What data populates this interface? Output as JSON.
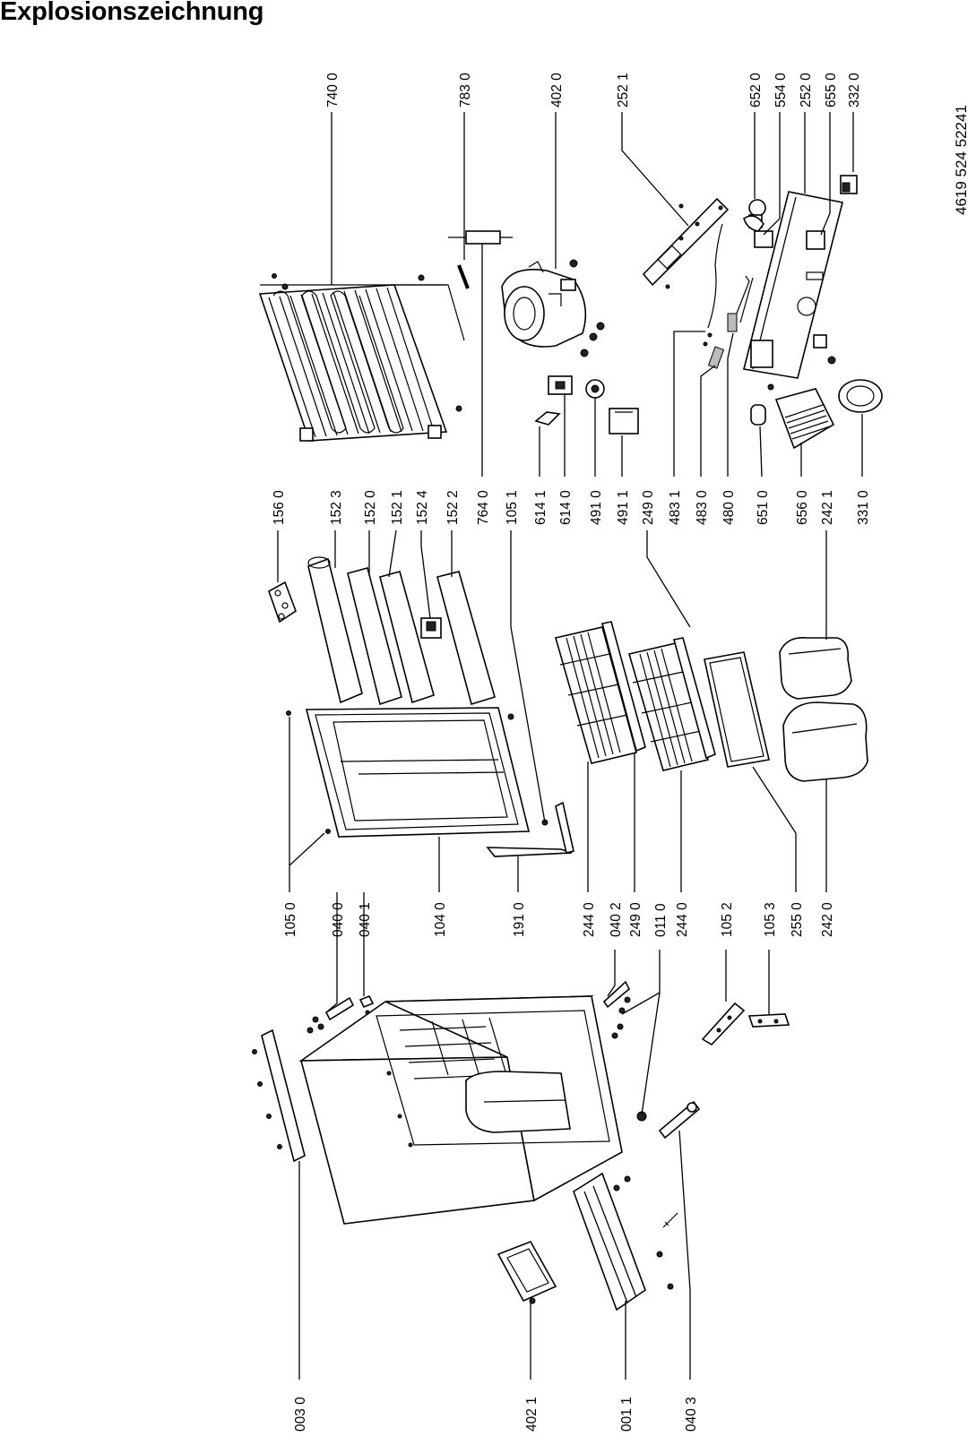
{
  "title": "Explosionszeichnung",
  "document_number": "4619 524 52241",
  "part_labels": {
    "l740_0": "740 0",
    "l783_0": "783 0",
    "l402_0": "402 0",
    "l252_1": "252 1",
    "l652_0": "652 0",
    "l554_0": "554 0",
    "l252_0": "252 0",
    "l655_0": "655 0",
    "l332_0": "332 0",
    "l156_0": "156 0",
    "l152_3": "152 3",
    "l152_0": "152 0",
    "l152_1": "152 1",
    "l152_4": "152 4",
    "l152_2": "152 2",
    "l764_0": "764 0",
    "l105_1": "105 1",
    "l614_1": "614 1",
    "l614_0": "614 0",
    "l491_0": "491 0",
    "l491_1": "491 1",
    "l249_0a": "249 0",
    "l483_1": "483 1",
    "l483_0": "483 0",
    "l480_0": "480 0",
    "l651_0": "651 0",
    "l656_0": "656 0",
    "l242_1": "242 1",
    "l331_0": "331 0",
    "l105_0": "105 0",
    "l040_0": "040 0",
    "l040_1": "040 1",
    "l104_0": "104 0",
    "l191_0": "191 0",
    "l244_0a": "244 0",
    "l040_2": "040 2",
    "l249_0b": "249 0",
    "l011_0": "011 0",
    "l244_0b": "244 0",
    "l105_2": "105 2",
    "l105_3": "105 3",
    "l255_0": "255 0",
    "l242_0": "242 0",
    "l003_0": "003 0",
    "l402_1": "402 1",
    "l001_1": "001 1",
    "l040_3": "040 3"
  }
}
